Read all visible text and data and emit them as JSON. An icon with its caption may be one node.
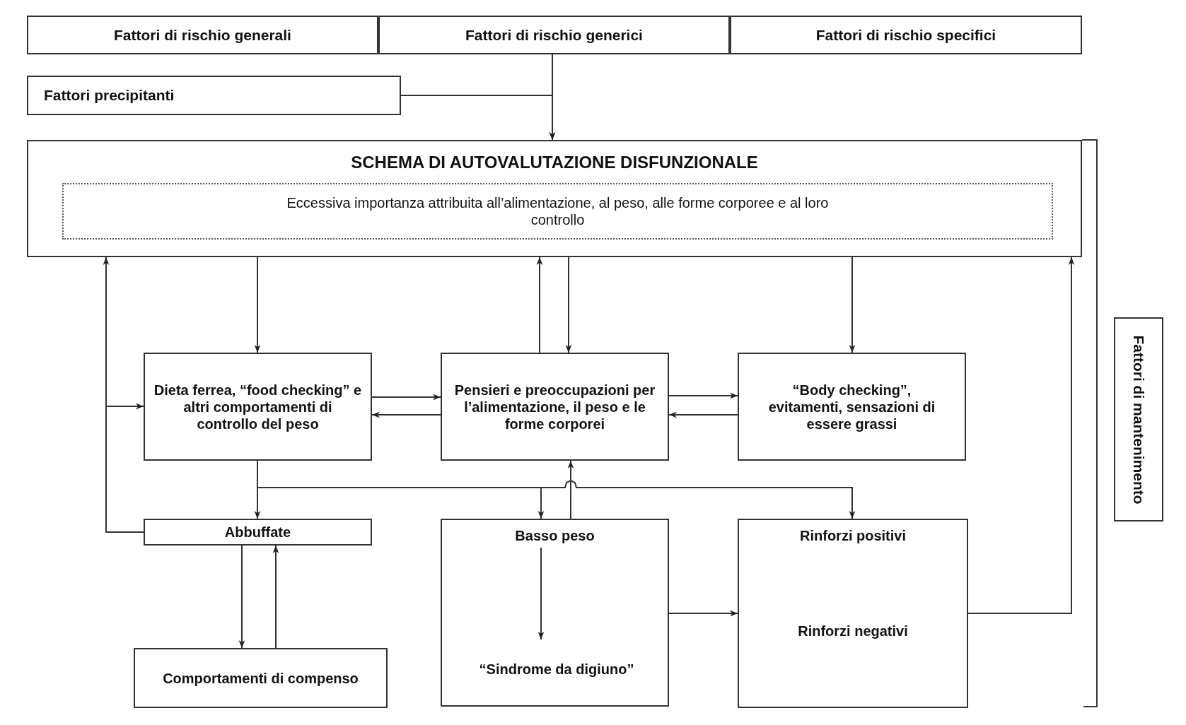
{
  "diagram": {
    "nodes": [
      {
        "text": [
          "Fattori di rischio generali"
        ]
      },
      {
        "text": [
          "Fattori di rischio generici"
        ]
      },
      {
        "text": [
          "Fattori di rischio specifici"
        ]
      },
      {
        "text": [
          "Fattori precipitanti"
        ]
      },
      {
        "text": [
          "SCHEMA DI AUTOVALUTAZIONE DISFUNZIONALE"
        ]
      },
      {
        "text": [
          "Eccessiva importanza attribuita all’alimentazione, al peso, alle forme corporee e al loro controllo"
        ],
        "in": 4
      },
      {
        "text": [
          "Dieta ferrea, “food checking” e altri comportamenti di controllo del peso"
        ]
      },
      {
        "text": [
          "Pensieri e preoccupazioni per l’alimentazione, il peso e le forme corporei"
        ]
      },
      {
        "text": [
          "“Body checking”, evitamenti, sensazioni di essere grassi"
        ]
      },
      {
        "text": [
          "Abbuffate"
        ]
      },
      {
        "text": [
          "Basso peso"
        ]
      },
      {
        "text": [
          "“Sindrome da digiuno”"
        ],
        "in": 10
      },
      {
        "text": [
          "Rinforzi positivi",
          "Rinforzi negativi"
        ]
      },
      {
        "text": [
          "Comportamenti di compenso"
        ]
      },
      {
        "text": [
          "Fattori di mantenimento"
        ]
      }
    ],
    "edges": [
      {
        "from": 1,
        "to": 4,
        "arrow": "to"
      },
      {
        "from": 3,
        "to": 4,
        "arrow": "to"
      },
      {
        "from": 4,
        "to": 6,
        "arrow": "to"
      },
      {
        "from": 9,
        "to": 4,
        "arrow": "to"
      },
      {
        "from": 9,
        "to": 6,
        "arrow": "to"
      },
      {
        "from": 7,
        "to": 4,
        "arrow": "to"
      },
      {
        "from": 4,
        "to": 7,
        "arrow": "to"
      },
      {
        "from": 4,
        "to": 8,
        "arrow": "to"
      },
      {
        "from": 6,
        "to": 7,
        "arrow": "to"
      },
      {
        "from": 7,
        "to": 6,
        "arrow": "to"
      },
      {
        "from": 7,
        "to": 8,
        "arrow": "to"
      },
      {
        "from": 8,
        "to": 7,
        "arrow": "to"
      },
      {
        "from": 6,
        "to": 9,
        "arrow": "to"
      },
      {
        "from": 6,
        "to": 10,
        "arrow": "to"
      },
      {
        "from": 6,
        "to": 12,
        "arrow": "to"
      },
      {
        "from": 10,
        "to": 7,
        "arrow": "to"
      },
      {
        "from": 9,
        "to": 13,
        "arrow": "to"
      },
      {
        "from": 13,
        "to": 9,
        "arrow": "to"
      },
      {
        "from": 10,
        "to": 11,
        "arrow": "to"
      },
      {
        "from": 10,
        "to": 12,
        "arrow": "to"
      },
      {
        "from": 12,
        "to": 4,
        "arrow": "to"
      }
    ]
  }
}
